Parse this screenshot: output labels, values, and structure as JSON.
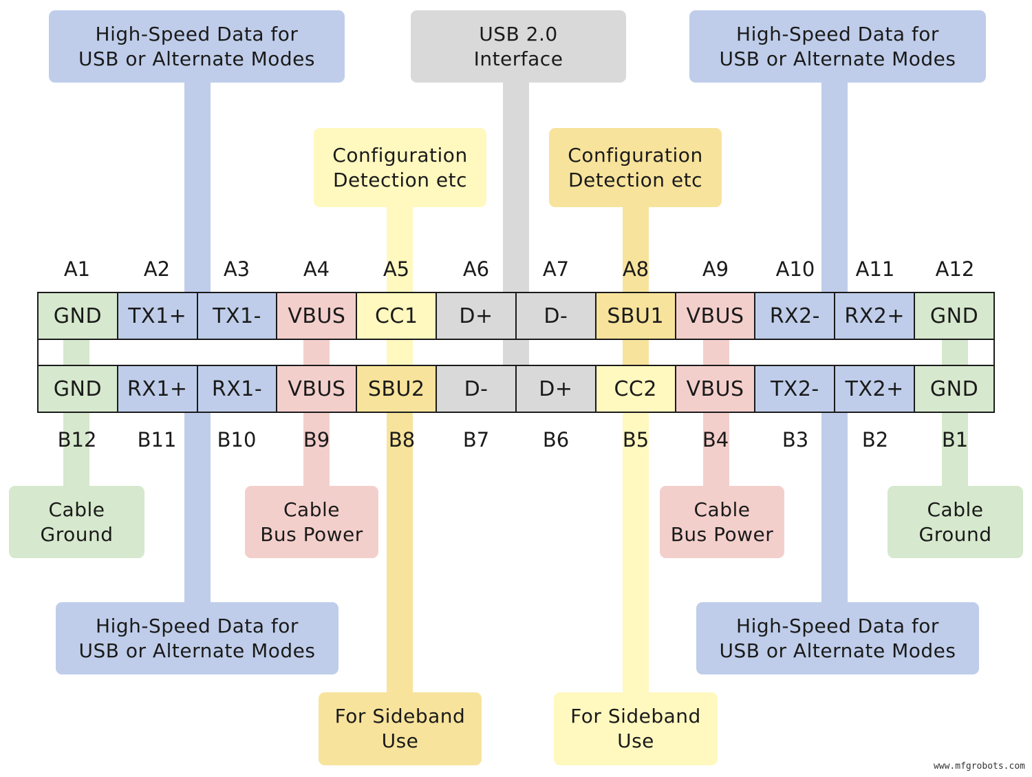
{
  "colors": {
    "blue": "#bfcdea",
    "gray": "#d9d9d9",
    "light_yellow": "#fff8bf",
    "dark_yellow": "#f7e39b",
    "pink": "#f3cfcc",
    "green": "#d6e8cd"
  },
  "top_callouts": [
    {
      "line1": "High-Speed Data for",
      "line2": "USB or Alternate Modes",
      "color": "blue"
    },
    {
      "line1": "USB 2.0",
      "line2": "Interface",
      "color": "gray"
    },
    {
      "line1": "High-Speed Data for",
      "line2": "USB or Alternate Modes",
      "color": "blue"
    },
    {
      "line1": "Configuration",
      "line2": "Detection etc",
      "color": "light_yellow"
    },
    {
      "line1": "Configuration",
      "line2": "Detection etc",
      "color": "dark_yellow"
    }
  ],
  "bottom_callouts": [
    {
      "line1": "Cable",
      "line2": "Ground",
      "color": "green"
    },
    {
      "line1": "Cable",
      "line2": "Bus Power",
      "color": "pink"
    },
    {
      "line1": "Cable",
      "line2": "Bus Power",
      "color": "pink"
    },
    {
      "line1": "Cable",
      "line2": "Ground",
      "color": "green"
    },
    {
      "line1": "High-Speed Data for",
      "line2": "USB or Alternate Modes",
      "color": "blue"
    },
    {
      "line1": "High-Speed Data for",
      "line2": "USB or Alternate Modes",
      "color": "blue"
    },
    {
      "line1": "For Sideband",
      "line2": "Use",
      "color": "dark_yellow"
    },
    {
      "line1": "For Sideband",
      "line2": "Use",
      "color": "light_yellow"
    }
  ],
  "row_a_labels": [
    "A1",
    "A2",
    "A3",
    "A4",
    "A5",
    "A6",
    "A7",
    "A8",
    "A9",
    "A10",
    "A11",
    "A12"
  ],
  "row_a_pins": [
    {
      "name": "GND",
      "color": "green"
    },
    {
      "name": "TX1+",
      "color": "blue"
    },
    {
      "name": "TX1-",
      "color": "blue"
    },
    {
      "name": "VBUS",
      "color": "pink"
    },
    {
      "name": "CC1",
      "color": "light_yellow"
    },
    {
      "name": "D+",
      "color": "gray"
    },
    {
      "name": "D-",
      "color": "gray"
    },
    {
      "name": "SBU1",
      "color": "dark_yellow"
    },
    {
      "name": "VBUS",
      "color": "pink"
    },
    {
      "name": "RX2-",
      "color": "blue"
    },
    {
      "name": "RX2+",
      "color": "blue"
    },
    {
      "name": "GND",
      "color": "green"
    }
  ],
  "row_b_pins": [
    {
      "name": "GND",
      "color": "green"
    },
    {
      "name": "RX1+",
      "color": "blue"
    },
    {
      "name": "RX1-",
      "color": "blue"
    },
    {
      "name": "VBUS",
      "color": "pink"
    },
    {
      "name": "SBU2",
      "color": "dark_yellow"
    },
    {
      "name": "D-",
      "color": "gray"
    },
    {
      "name": "D+",
      "color": "gray"
    },
    {
      "name": "CC2",
      "color": "light_yellow"
    },
    {
      "name": "VBUS",
      "color": "pink"
    },
    {
      "name": "TX2-",
      "color": "blue"
    },
    {
      "name": "TX2+",
      "color": "blue"
    },
    {
      "name": "GND",
      "color": "green"
    }
  ],
  "row_b_labels": [
    "B12",
    "B11",
    "B10",
    "B9",
    "B8",
    "B7",
    "B6",
    "B5",
    "B4",
    "B3",
    "B2",
    "B1"
  ],
  "watermark": "www.mfgrobots.com"
}
